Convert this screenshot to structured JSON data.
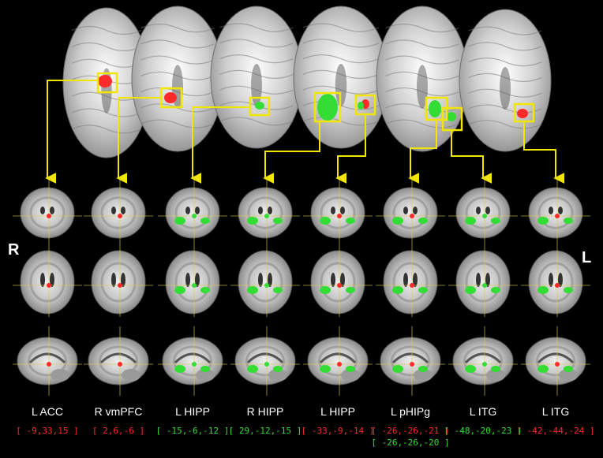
{
  "orientation": {
    "right": "R",
    "left": "L"
  },
  "colors": {
    "arrow": "#f2e600",
    "red": "#ff2a2a",
    "green": "#33dd33",
    "cross": "#d8d048"
  },
  "columns": [
    {
      "label": "L ACC",
      "coords": [
        {
          "text": "[ -9,33,15 ]",
          "color": "red"
        }
      ]
    },
    {
      "label": "R vmPFC",
      "coords": [
        {
          "text": "[ 2,6,-6 ]",
          "color": "red"
        }
      ]
    },
    {
      "label": "L HIPP",
      "coords": [
        {
          "text": "[ -15,-6,-12 ]",
          "color": "green"
        }
      ]
    },
    {
      "label": "R HIPP",
      "coords": [
        {
          "text": "[ 29,-12,-15 ]",
          "color": "green"
        }
      ]
    },
    {
      "label": "L HIPP",
      "coords": [
        {
          "text": "[ -33,-9,-14 ]",
          "color": "red"
        }
      ]
    },
    {
      "label": "L pHIPg",
      "coords": [
        {
          "text": "[ -26,-26,-21 ]",
          "color": "red"
        },
        {
          "text": "[ -26,-26,-20 ]",
          "color": "green"
        }
      ]
    },
    {
      "label": "L ITG",
      "coords": [
        {
          "text": "[ -48,-20,-23 ]",
          "color": "green"
        }
      ]
    },
    {
      "label": "L ITG",
      "coords": [
        {
          "text": "[ -42,-44,-24 ]",
          "color": "red"
        }
      ]
    }
  ]
}
